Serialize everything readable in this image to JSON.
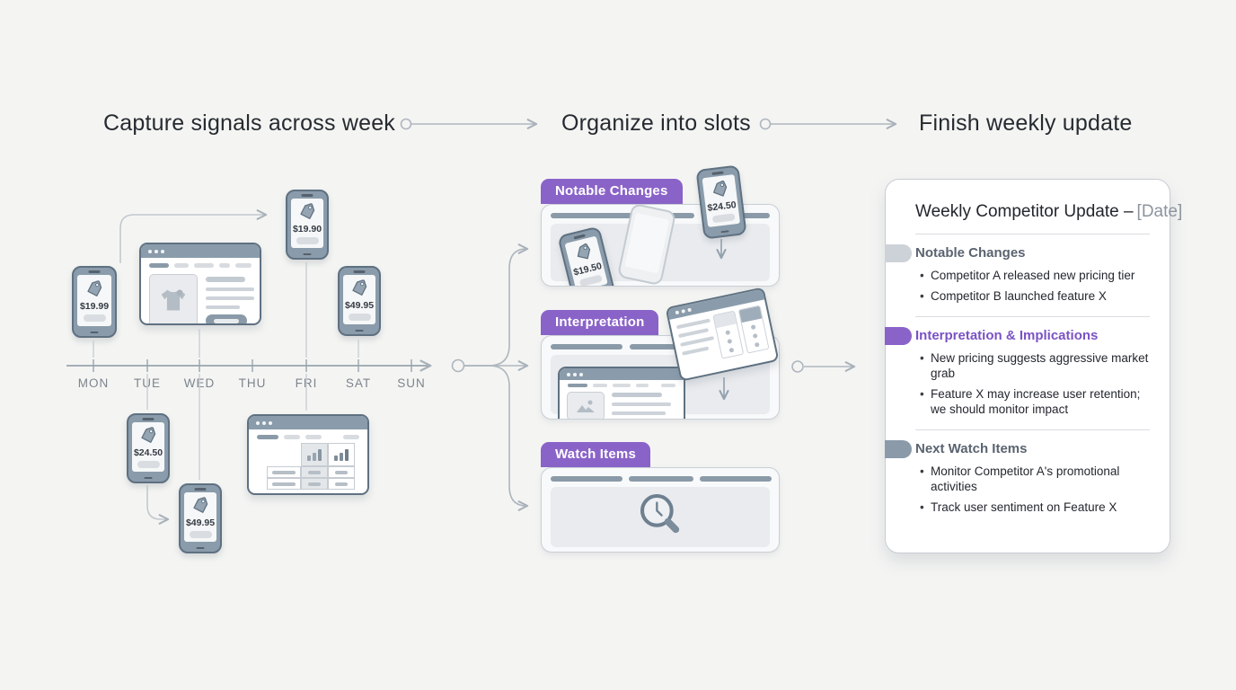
{
  "canvas": {
    "bg": "#f4f5f3",
    "accent_purple": "#8a63c8",
    "slate": "#8a9cab"
  },
  "steps": [
    {
      "title": "Capture signals across week"
    },
    {
      "title": "Organize into slots"
    },
    {
      "title": "Finish weekly update"
    }
  ],
  "timeline": {
    "days": [
      "MON",
      "TUE",
      "WED",
      "THU",
      "FRI",
      "SAT",
      "SUN"
    ]
  },
  "signals": {
    "prices": {
      "mon": "$19.99",
      "fri": "$19.90",
      "sat": "$49.95",
      "tue": "$24.50",
      "wed": "$49.95"
    }
  },
  "slots": [
    {
      "label": "Notable Changes",
      "phone_price": "$24.50",
      "tilted_phone_price": "$19.50"
    },
    {
      "label": "Interpretation"
    },
    {
      "label": "Watch Items"
    }
  ],
  "report": {
    "title": "Weekly Competitor Update –",
    "date": "[Date]",
    "sections": [
      {
        "heading": "Notable Changes",
        "accent": "#ccd2d8",
        "bullets": [
          "Competitor A released new pricing tier",
          "Competitor B launched feature X"
        ]
      },
      {
        "heading": "Interpretation & Implications",
        "accent": "#8a63c8",
        "bullets": [
          "New pricing suggests aggressive market grab",
          "Feature X may increase user retention; we should monitor impact"
        ]
      },
      {
        "heading": "Next Watch Items",
        "accent": "#8b9aa8",
        "bullets": [
          "Monitor Competitor A's promotional activities",
          "Track user sentiment on Feature X"
        ]
      }
    ]
  }
}
